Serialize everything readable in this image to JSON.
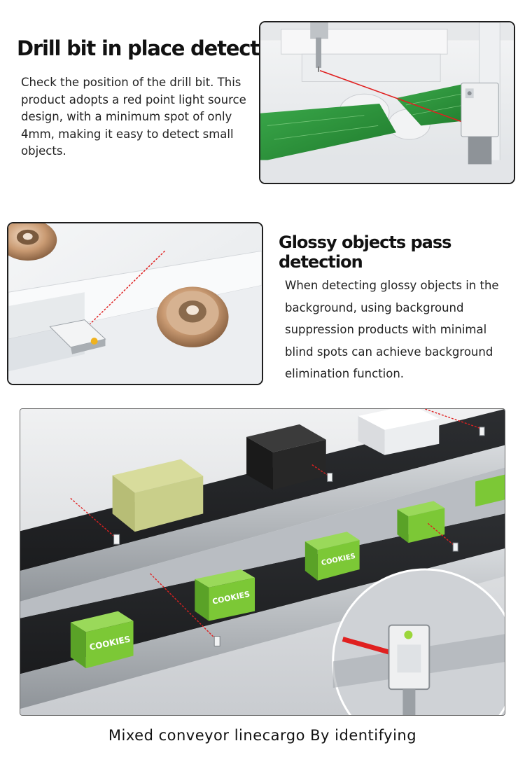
{
  "section1": {
    "title": "Drill bit in place detection",
    "text": "Check the position of the drill bit. This product adopts a red point light source design, with a minimum spot of only 4mm, making it easy to detect small objects."
  },
  "section2": {
    "title": "Glossy objects pass detection",
    "text": "When detecting glossy objects in the background, using background suppression products with minimal blind spots can achieve background elimination function."
  },
  "section3": {
    "caption": "Mixed conveyor linecargo By identifying",
    "box_label": "COOKIES"
  },
  "colors": {
    "laser": "#e02020",
    "pcb": "#2f9a3a",
    "cookie_box": "#7cc836",
    "kraft_box": "#c9cf8a"
  }
}
